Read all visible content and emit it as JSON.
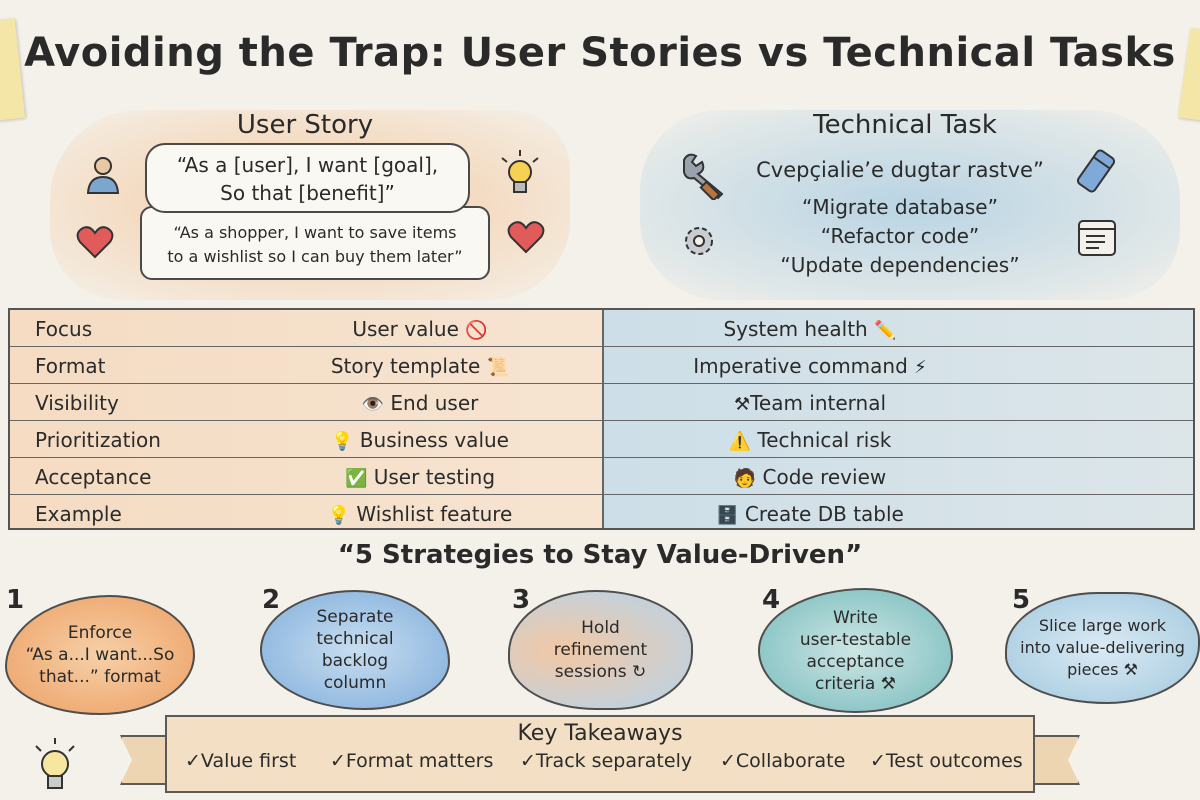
{
  "title": "Avoiding the Trap: User Stories vs Technical Tasks",
  "user_story": {
    "heading": "User Story",
    "template_line1": "“As a [user], I want [goal],",
    "template_line2": "So that [benefit]”",
    "example_line1": "“As a shopper, I want to save items",
    "example_line2": "to a wishlist so I can buy them later”"
  },
  "technical_task": {
    "heading": "Technical Task",
    "lines": [
      "Cvepçialie’e dugtar rastve”",
      "“Migrate database”",
      "“Refactor code”",
      "“Update dependencies”"
    ]
  },
  "table": {
    "rows": [
      {
        "attr": "Focus",
        "us": "User value",
        "us_icon": "🚫",
        "tt": "System health",
        "tt_icon": "✏️"
      },
      {
        "attr": "Format",
        "us": "Story template",
        "us_icon": "📜",
        "tt": "Imperative command",
        "tt_icon": "⚡"
      },
      {
        "attr": "Visibility",
        "us": "End user",
        "us_icon": "👁️",
        "tt": "Team internal",
        "tt_icon": "⚒"
      },
      {
        "attr": "Prioritization",
        "us": "Business value",
        "us_icon": "💡",
        "tt": "Technical risk",
        "tt_icon": "⚠️"
      },
      {
        "attr": "Acceptance",
        "us": "User testing",
        "us_icon": "✅",
        "tt": "Code review",
        "tt_icon": "🧑"
      },
      {
        "attr": "Example",
        "us": "Wishlist feature",
        "us_icon": "💡",
        "tt": "Create DB table",
        "tt_icon": "🗄️"
      }
    ]
  },
  "strategies": {
    "title": "“5 Strategies to Stay Value-Driven”",
    "items": [
      {
        "num": "1",
        "lines": [
          "Enforce",
          "“As a...I want...So",
          "that...” format"
        ]
      },
      {
        "num": "2",
        "lines": [
          "Separate",
          "technical",
          "backlog",
          "column"
        ]
      },
      {
        "num": "3",
        "lines": [
          "Hold",
          "refinement",
          "sessions ↻"
        ]
      },
      {
        "num": "4",
        "lines": [
          "Write",
          "user-testable",
          "acceptance",
          "criteria ⚒"
        ]
      },
      {
        "num": "5",
        "lines": [
          "Slice large work",
          "into value-delivering",
          "pieces ⚒"
        ]
      }
    ]
  },
  "takeaways": {
    "title": "Key Takeaways",
    "items": [
      "✓Value first",
      "✓Format matters",
      "✓Track separately",
      "✓Collaborate",
      "✓Test outcomes"
    ]
  }
}
